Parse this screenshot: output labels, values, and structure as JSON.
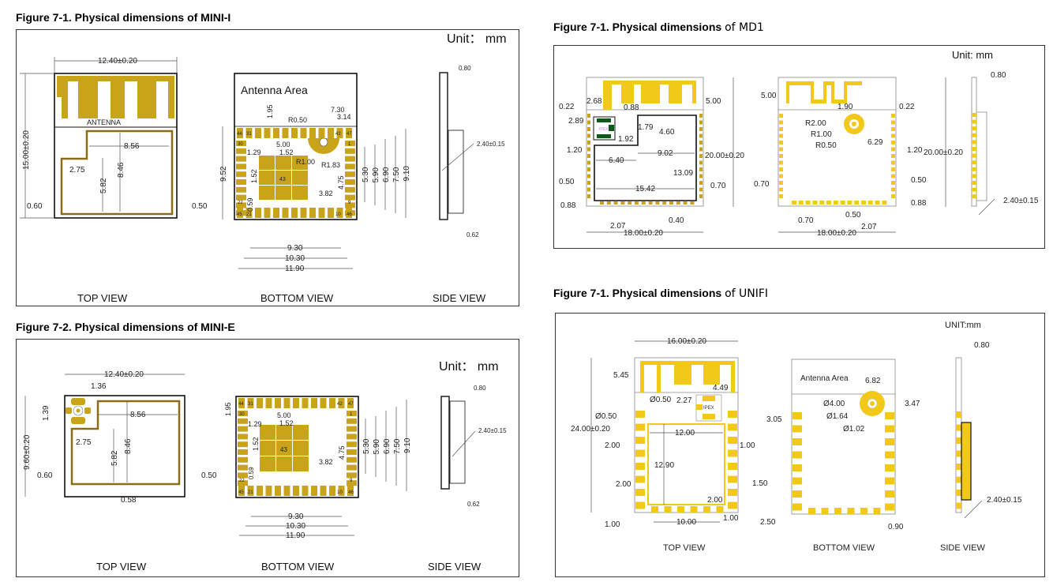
{
  "figures": [
    {
      "id": "mini-i",
      "title": "Figure 7-1. Physical dimensions of MINI-I",
      "unit_label": "Unit： mm",
      "views": [
        "TOP VIEW",
        "BOTTOM VIEW",
        "SIDE  VIEW"
      ],
      "top_view": {
        "antenna_label": "ANTENNA",
        "width": "12.40±0.20",
        "height": "15.00±0.20",
        "dims": [
          "8.56",
          "2.75",
          "5.82",
          "8.46",
          "0.60",
          "0.50"
        ]
      },
      "bottom_view": {
        "antenna_area_label": "Antenna Area",
        "pad_numbers": [
          "44",
          "31",
          "42",
          "47",
          "30",
          "1",
          "22",
          "9",
          "45",
          "21",
          "10",
          "46",
          "43"
        ],
        "dims": [
          "1.95",
          "R0.50",
          "7.30",
          "3.14",
          "5.00",
          "1.29",
          "1.52",
          "R1.00",
          "R1.83",
          "9.52",
          "1.52",
          "4.75",
          "0.59",
          "3.82",
          "5.30",
          "5.90",
          "6.90",
          "7.50",
          "9.10",
          "9.30",
          "10.30",
          "11.90"
        ]
      },
      "side_view": {
        "dims": [
          "0.80",
          "2.40±0.15",
          "0.62"
        ]
      }
    },
    {
      "id": "mini-e",
      "title": "Figure 7-2. Physical dimensions of MINI-E",
      "unit_label": "Unit： mm",
      "views": [
        "TOP VIEW",
        "BOTTOM VIEW",
        "SIDE  VIEW"
      ],
      "top_view": {
        "width": "12.40±0.20",
        "height": "9.60±0.20",
        "dims": [
          "1.36",
          "1.39",
          "8.56",
          "2.75",
          "5.82",
          "8.46",
          "0.60",
          "0.50",
          "0.58"
        ]
      },
      "bottom_view": {
        "pad_numbers": [
          "44",
          "31",
          "42",
          "47",
          "30",
          "1",
          "22",
          "9",
          "45",
          "21",
          "10",
          "46",
          "43"
        ],
        "dims": [
          "1.95",
          "5.00",
          "1.29",
          "1.52",
          "1.52",
          "4.75",
          "0.59",
          "3.82",
          "5.30",
          "5.90",
          "6.90",
          "7.50",
          "9.10",
          "9.30",
          "10.30",
          "11.90"
        ]
      },
      "side_view": {
        "dims": [
          "0.80",
          "2.40±0.15",
          "0.62"
        ]
      }
    },
    {
      "id": "md1",
      "title_main": "Figure 7-1. Physical dimensions ",
      "title_suffix": "of MD1",
      "unit_label": "Unit: mm",
      "top_view": {
        "ipex_label": "IPEX",
        "dims": [
          "2.68",
          "0.22",
          "0.88",
          "2.89",
          "1.79",
          "4.60",
          "1.92",
          "1.20",
          "9.02",
          "6.40",
          "13.09",
          "0.50",
          "15.42",
          "0.70",
          "0.88",
          "0.40",
          "2.07",
          "18.00±0.20",
          "5.00",
          "20.00±0.20"
        ]
      },
      "bottom_view": {
        "dims": [
          "5.00",
          "1.90",
          "0.22",
          "R2.00",
          "R1.00",
          "R0.50",
          "6.29",
          "1.20",
          "20.00±0.20",
          "0.70",
          "0.50",
          "0.88",
          "0.70",
          "0.50",
          "2.07",
          "18.00±0.20"
        ]
      },
      "side_view": {
        "dims": [
          "0.80",
          "2.40±0.15"
        ]
      }
    },
    {
      "id": "unifi",
      "title_main": "Figure 7-1. Physical dimensions ",
      "title_suffix": "of UNIFI",
      "unit_label": "UNIT:mm",
      "views": [
        "TOP VIEW",
        "BOTTOM  VIEW",
        "SIDE   VIEW"
      ],
      "top_view": {
        "ipex_label": "IPEX",
        "width": "16.00±0.20",
        "height": "24.00±0.20",
        "dims": [
          "5.45",
          "4.49",
          "Ø0.50",
          "2.27",
          "Ø0.50",
          "12.00",
          "2.00",
          "1.00",
          "12.90",
          "2.00",
          "1.50",
          "2.00",
          "1.00",
          "10.00",
          "1.00"
        ]
      },
      "bottom_view": {
        "antenna_area_label": "Antenna Area",
        "dims": [
          "6.82",
          "3.05",
          "Ø4.00",
          "3.47",
          "Ø1.64",
          "Ø1.02",
          "2.50",
          "0.90"
        ]
      },
      "side_view": {
        "dims": [
          "0.80",
          "2.40±0.15"
        ]
      }
    }
  ],
  "colors": {
    "pad_gold": "#c9a41b",
    "antenna_yellow": "#f2c919",
    "trace_brown": "#8b6d14",
    "ic_green": "#0d5a17",
    "ipex_pink": "#d37be0"
  }
}
